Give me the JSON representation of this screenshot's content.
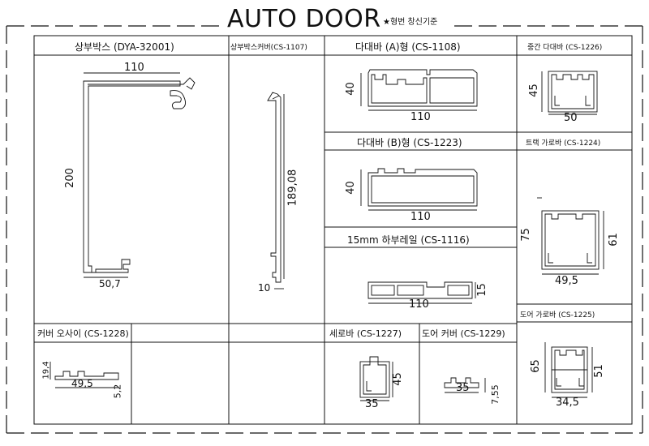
{
  "sheet": {
    "title": "AUTO DOOR",
    "subtitle": "★형번 창신기준"
  },
  "cells": {
    "upper_box": {
      "label": "상부박스 (DYA-32001)",
      "dims": [
        "110",
        "200",
        "50,7"
      ]
    },
    "upper_box_cover": {
      "label": "상부박스커버(CS-1107)",
      "dims": [
        "189,08",
        "10"
      ]
    },
    "dadae_a": {
      "label": "다대바 (A)형 (CS-1108)",
      "dims": [
        "40",
        "110"
      ]
    },
    "middle_dadae": {
      "label": "중간 다대바 (CS-1226)",
      "dims": [
        "45",
        "50"
      ]
    },
    "dadae_b": {
      "label": "다대바 (B)형 (CS-1223)",
      "dims": [
        "40",
        "110"
      ]
    },
    "track_bar": {
      "label": "트랙 가로바 (CS-1224)",
      "dims": [
        "75",
        "61",
        "49,5"
      ]
    },
    "lower_rail": {
      "label": "15mm 하부레일 (CS-1116)",
      "dims": [
        "15",
        "110"
      ]
    },
    "door_bar": {
      "label": "도어 가로바 (CS-1225)",
      "dims": [
        "65",
        "51",
        "34,5"
      ]
    },
    "cover_osai": {
      "label": "커버 오사이 (CS-1228)",
      "dims": [
        "19,4",
        "49,5",
        "5,2"
      ]
    },
    "vertical_bar": {
      "label": "세로바 (CS-1227)",
      "dims": [
        "45",
        "35"
      ]
    },
    "door_cover": {
      "label": "도어 커버 (CS-1229)",
      "dims": [
        "35",
        "7,55"
      ]
    }
  }
}
